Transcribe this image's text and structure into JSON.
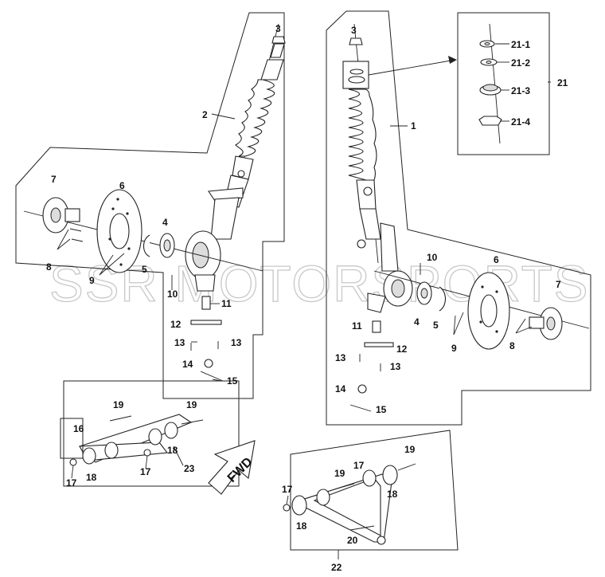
{
  "watermark": "SSR MOTORSPORTS",
  "direction_label": "FWD",
  "callouts": {
    "c3a": "3",
    "c3b": "3",
    "c2": "2",
    "c1": "1",
    "c21": "21",
    "c21_1": "21-1",
    "c21_2": "21-2",
    "c21_3": "21-3",
    "c21_4": "21-4",
    "c7a": "7",
    "c6a": "6",
    "c4a": "4",
    "c5a": "5",
    "c8a": "8",
    "c9a": "9",
    "c10a": "10",
    "c11a": "11",
    "c12a": "12",
    "c13a": "13",
    "c13b": "13",
    "c14a": "14",
    "c15a": "15",
    "c10b": "10",
    "c6b": "6",
    "c7b": "7",
    "c4b": "4",
    "c5b": "5",
    "c9b": "9",
    "c8b": "8",
    "c11b": "11",
    "c13c": "13",
    "c12b": "12",
    "c13d": "13",
    "c14b": "14",
    "c15b": "15",
    "c19a": "19",
    "c19b": "19",
    "c16": "16",
    "c18a": "18",
    "c18b": "18",
    "c17a": "17",
    "c17b": "17",
    "c23": "23",
    "c19c": "19",
    "c19d": "19",
    "c17c": "17",
    "c17d": "17",
    "c18c": "18",
    "c18d": "18",
    "c20": "20",
    "c22": "22"
  }
}
